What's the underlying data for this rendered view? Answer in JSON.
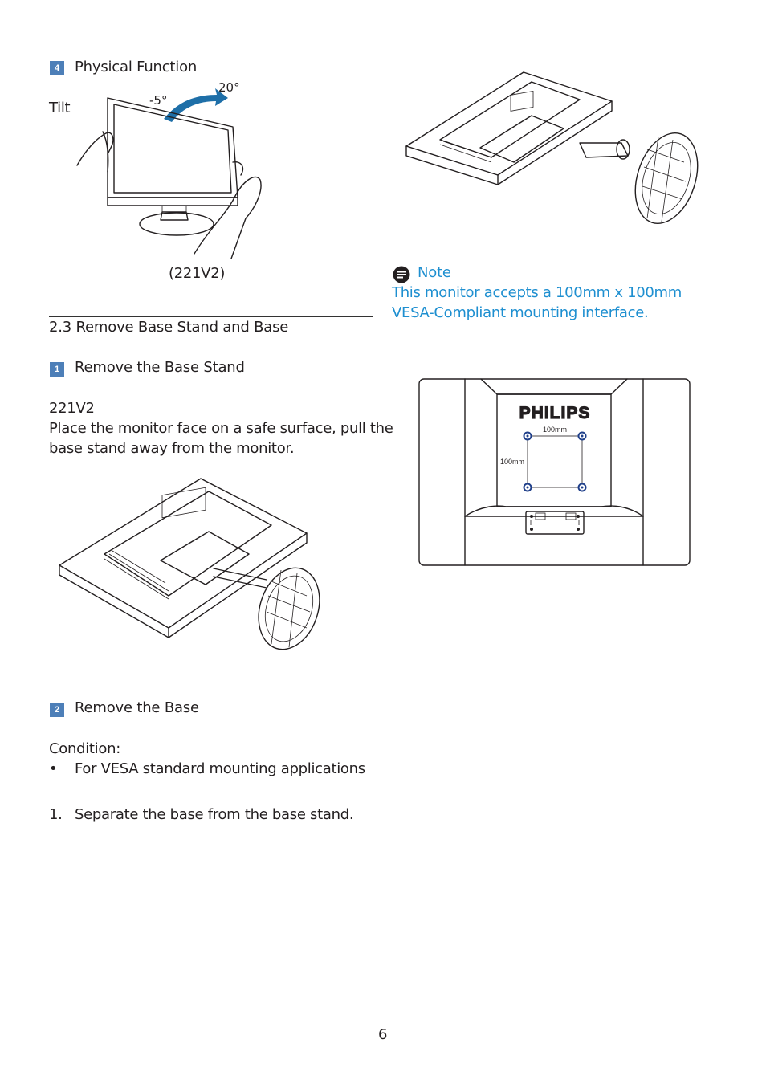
{
  "physical_function": {
    "number": "4",
    "title": "Physical Function"
  },
  "tilt": {
    "label": "Tilt",
    "angle_back": "20°",
    "angle_forward": "-5°",
    "caption": "(221V2)"
  },
  "section": {
    "title": "2.3 Remove Base Stand and Base"
  },
  "step1": {
    "number": "1",
    "title": "Remove the Base Stand",
    "model": "221V2",
    "body_line1": "Place the monitor face on a safe surface, pull the",
    "body_line2": "base stand away from the monitor."
  },
  "step2": {
    "number": "2",
    "title": "Remove the Base",
    "condition": "Condition:",
    "bullet_mark": "•",
    "bullet": "For VESA standard mounting applications",
    "list_number": "1.",
    "list_item": "Separate the base from the base stand."
  },
  "note": {
    "title": "Note",
    "line1": "This monitor accepts a 100mm x 100mm",
    "line2": "VESA-Compliant mounting interface."
  },
  "vesa_figure": {
    "brand": "PHILIPS",
    "dim_horizontal": "100mm",
    "dim_vertical": "100mm"
  },
  "page_number": "6",
  "colors": {
    "badge": "#4d7fb8",
    "note_text": "#1e8fd0",
    "arrow": "#1e6fa8"
  }
}
